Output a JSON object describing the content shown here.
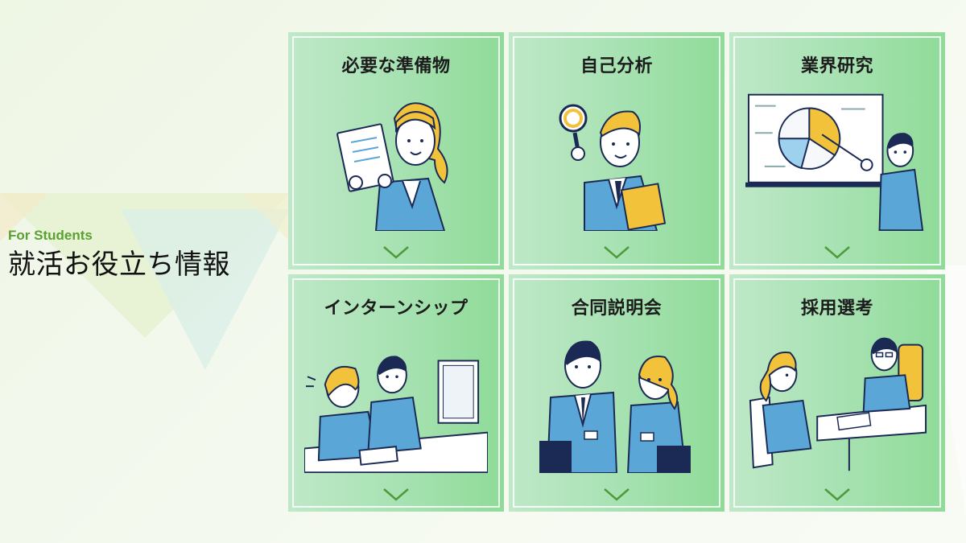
{
  "hero": {
    "eyebrow": "For Students",
    "title": "就活お役立ち情報"
  },
  "cards": [
    {
      "label": "必要な準備物",
      "icon": "document-holding-woman-icon"
    },
    {
      "label": "自己分析",
      "icon": "magnifier-man-icon"
    },
    {
      "label": "業界研究",
      "icon": "presentation-chart-icon"
    },
    {
      "label": "インターンシップ",
      "icon": "office-pc-work-icon"
    },
    {
      "label": "合同説明会",
      "icon": "two-students-icon"
    },
    {
      "label": "採用選考",
      "icon": "interview-icon"
    }
  ],
  "colors": {
    "accent_green": "#5aa132",
    "card_green_light": "#bfe8c8",
    "card_green_dark": "#8fdb98",
    "suit_blue": "#5aa6d6",
    "hair_yellow": "#f2c23a"
  }
}
